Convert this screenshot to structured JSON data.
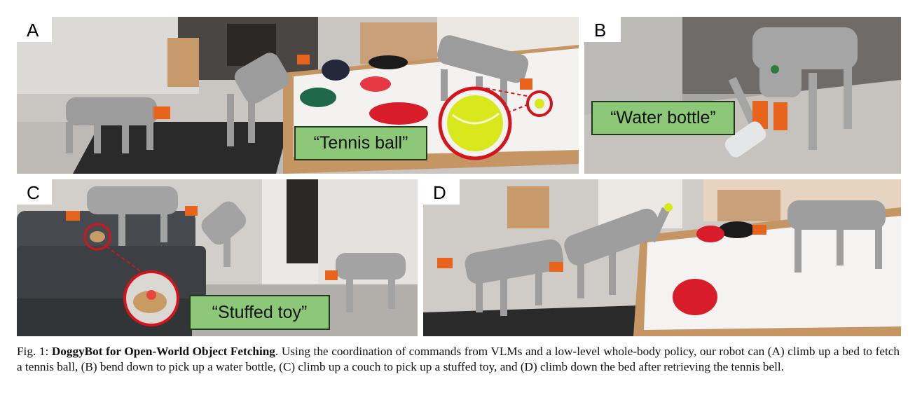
{
  "panels": {
    "a": {
      "letter": "A",
      "label": "“Tennis ball”"
    },
    "b": {
      "letter": "B",
      "label": "“Water bottle”"
    },
    "c": {
      "letter": "C",
      "label": "“Stuffed toy”"
    },
    "d": {
      "letter": "D"
    }
  },
  "caption": {
    "prefix": "Fig. 1: ",
    "title": "DoggyBot for Open-World Object Fetching",
    "body": ". Using the coordination of commands from VLMs and a low-level whole-body policy, our robot can (A) climb up a bed to fetch a tennis ball, (B) bend down to pick up a water bottle, (C) climb up a couch to pick up a stuffed toy, and (D) climb down the bed after retrieving the tennis bell."
  },
  "colors": {
    "label_fill": "#8dc878",
    "highlight_ring": "#d4141c",
    "tennis_ball": "#d8e81c",
    "robot_body": "#9c9c9c",
    "gripper": "#e8641c"
  }
}
